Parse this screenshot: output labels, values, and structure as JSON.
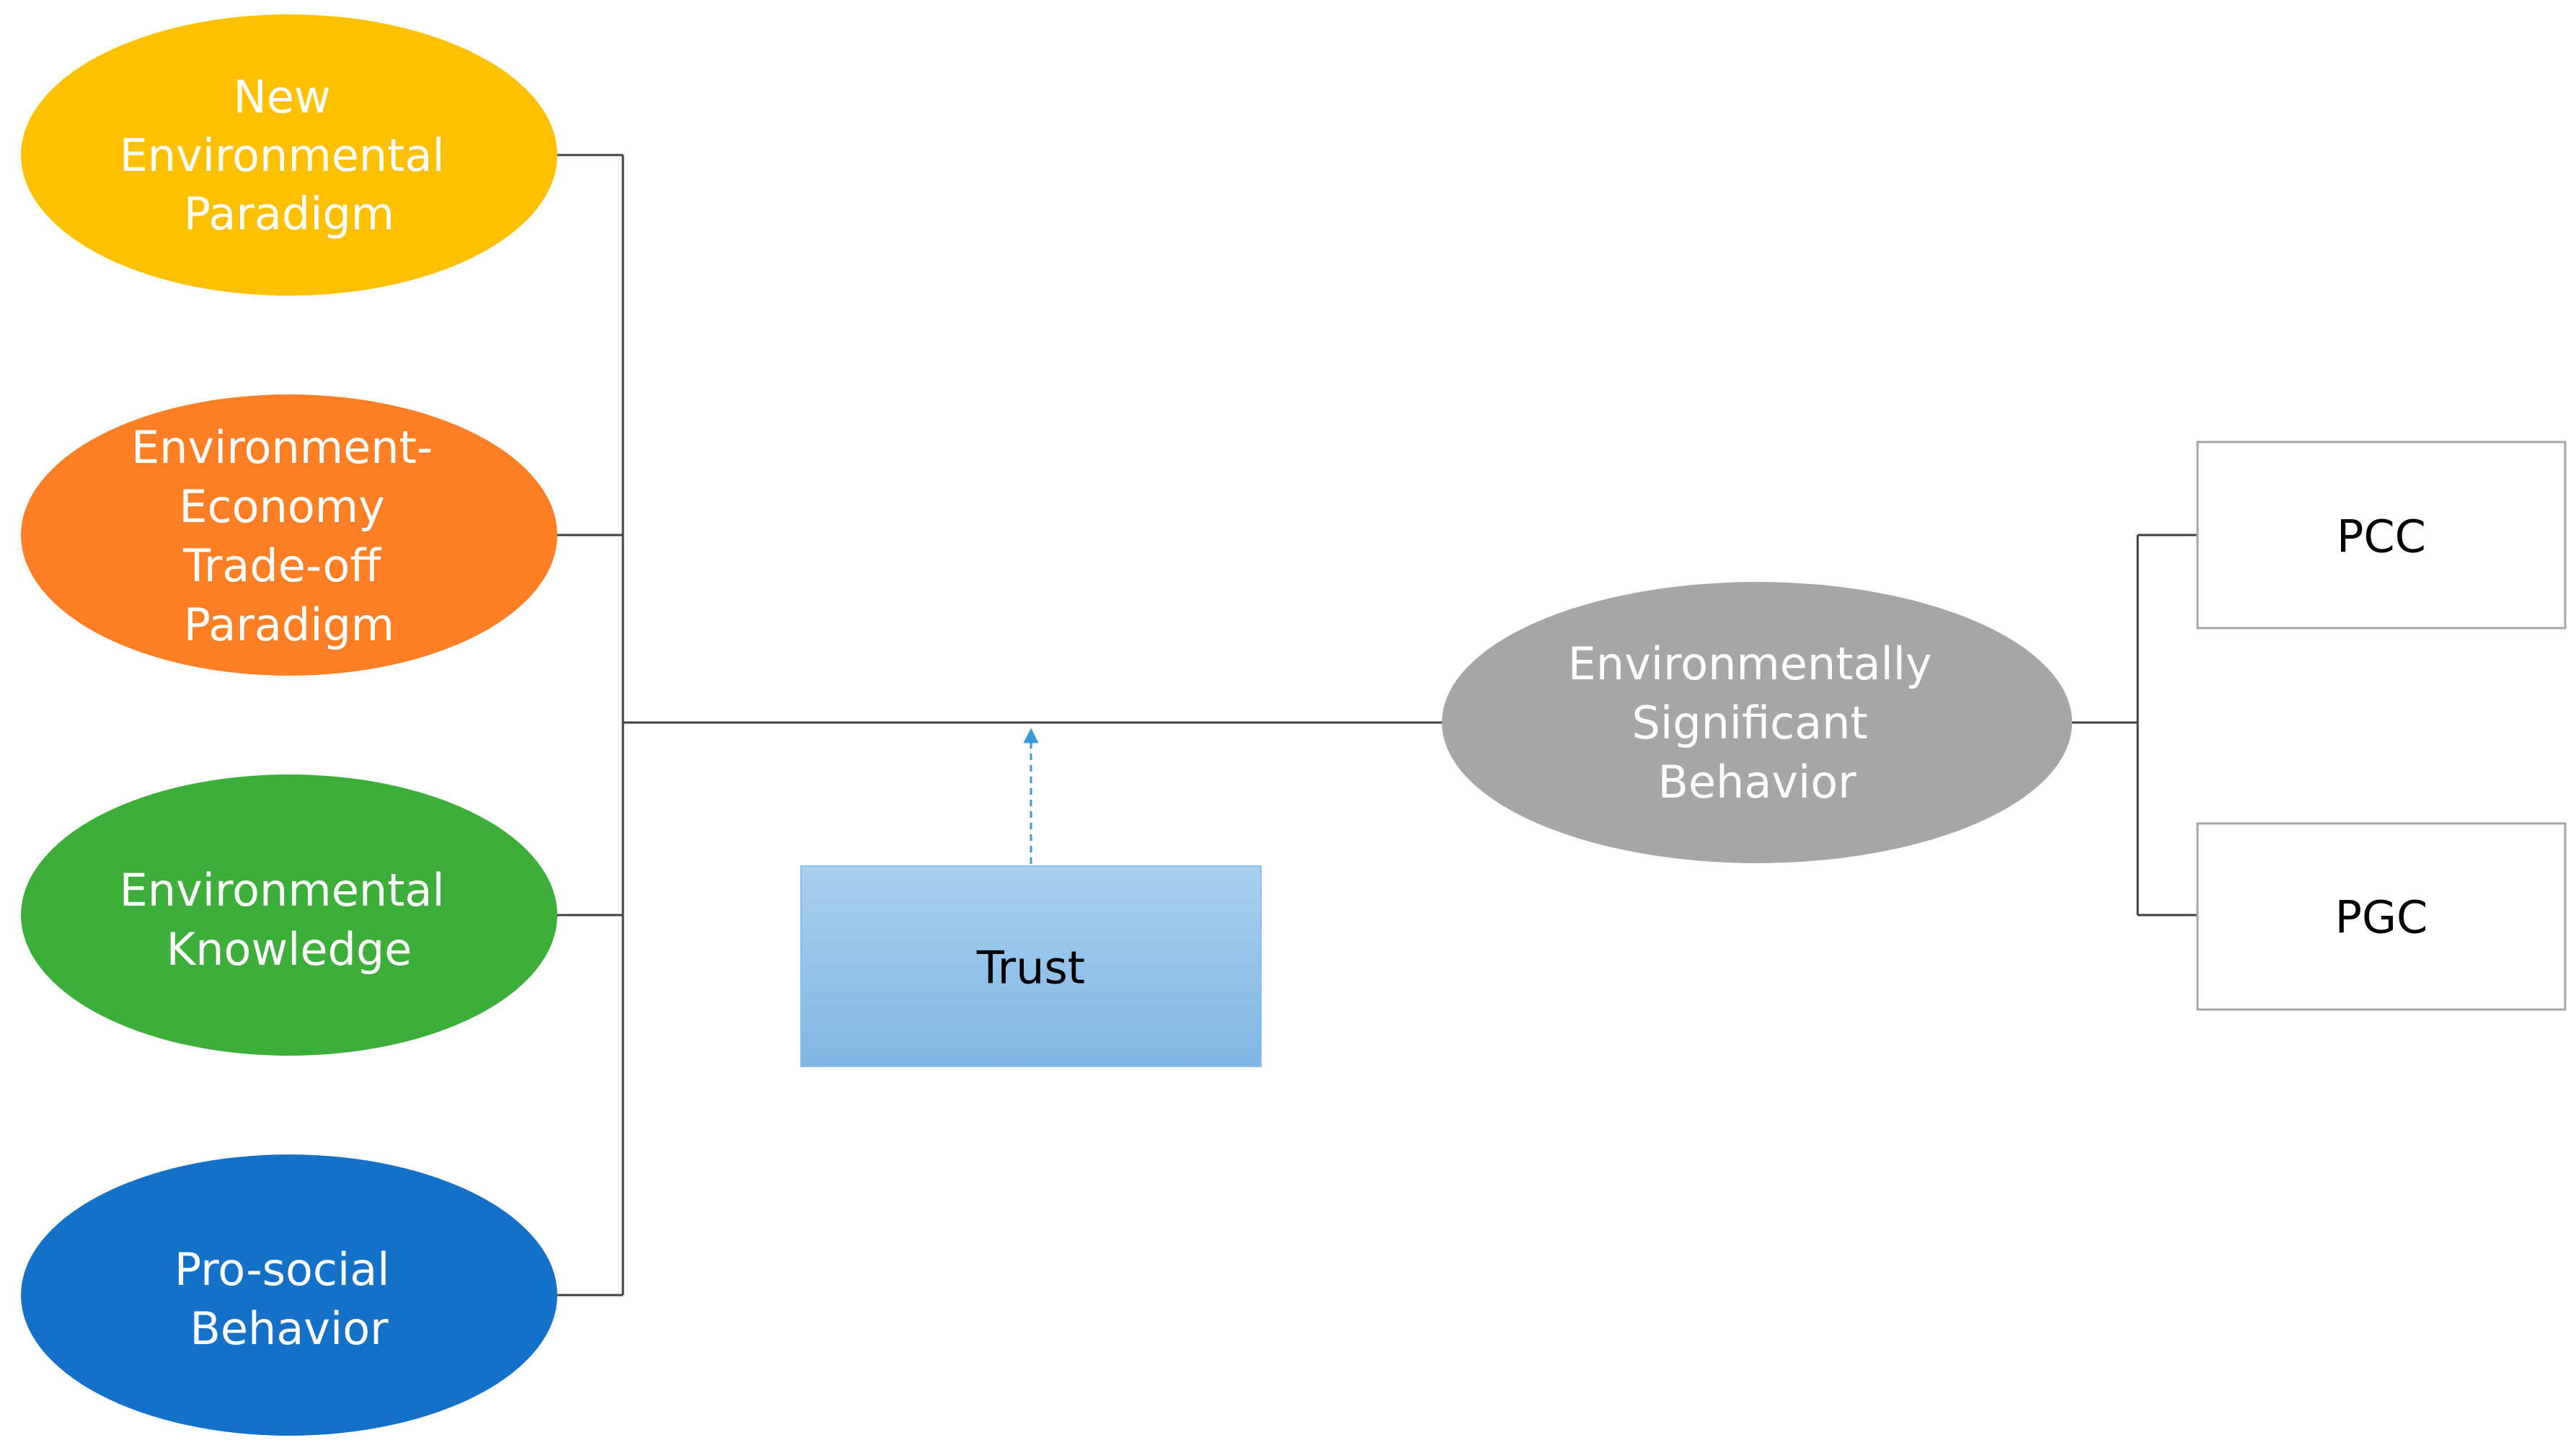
{
  "nodes": {
    "new_environmental_paradigm": {
      "lines": [
        "New",
        "Environmental",
        "Paradigm"
      ],
      "color": "#FFC000"
    },
    "environment_economy_tradeoff": {
      "lines": [
        "Environment-",
        "Economy",
        "Trade-off",
        "Paradigm"
      ],
      "color": "#FF7F27"
    },
    "environmental_knowledge": {
      "lines": [
        "Environmental",
        "Knowledge"
      ],
      "color": "#3DAE3A"
    },
    "prosocial_behavior": {
      "lines": [
        "Pro-social",
        "Behavior"
      ],
      "color": "#1570C8"
    },
    "environmentally_significant_behavior": {
      "lines": [
        "Environmentally",
        "Significant",
        "Behavior"
      ],
      "color": "#A6A6A6"
    },
    "trust": {
      "label": "Trust",
      "color": "#8DBDE8"
    },
    "pcc": {
      "label": "PCC"
    },
    "pgc": {
      "label": "PGC"
    }
  },
  "colors": {
    "connector": "#404040",
    "trust_arrow": "#3A9AD9",
    "box_border": "#A6A6A6"
  }
}
